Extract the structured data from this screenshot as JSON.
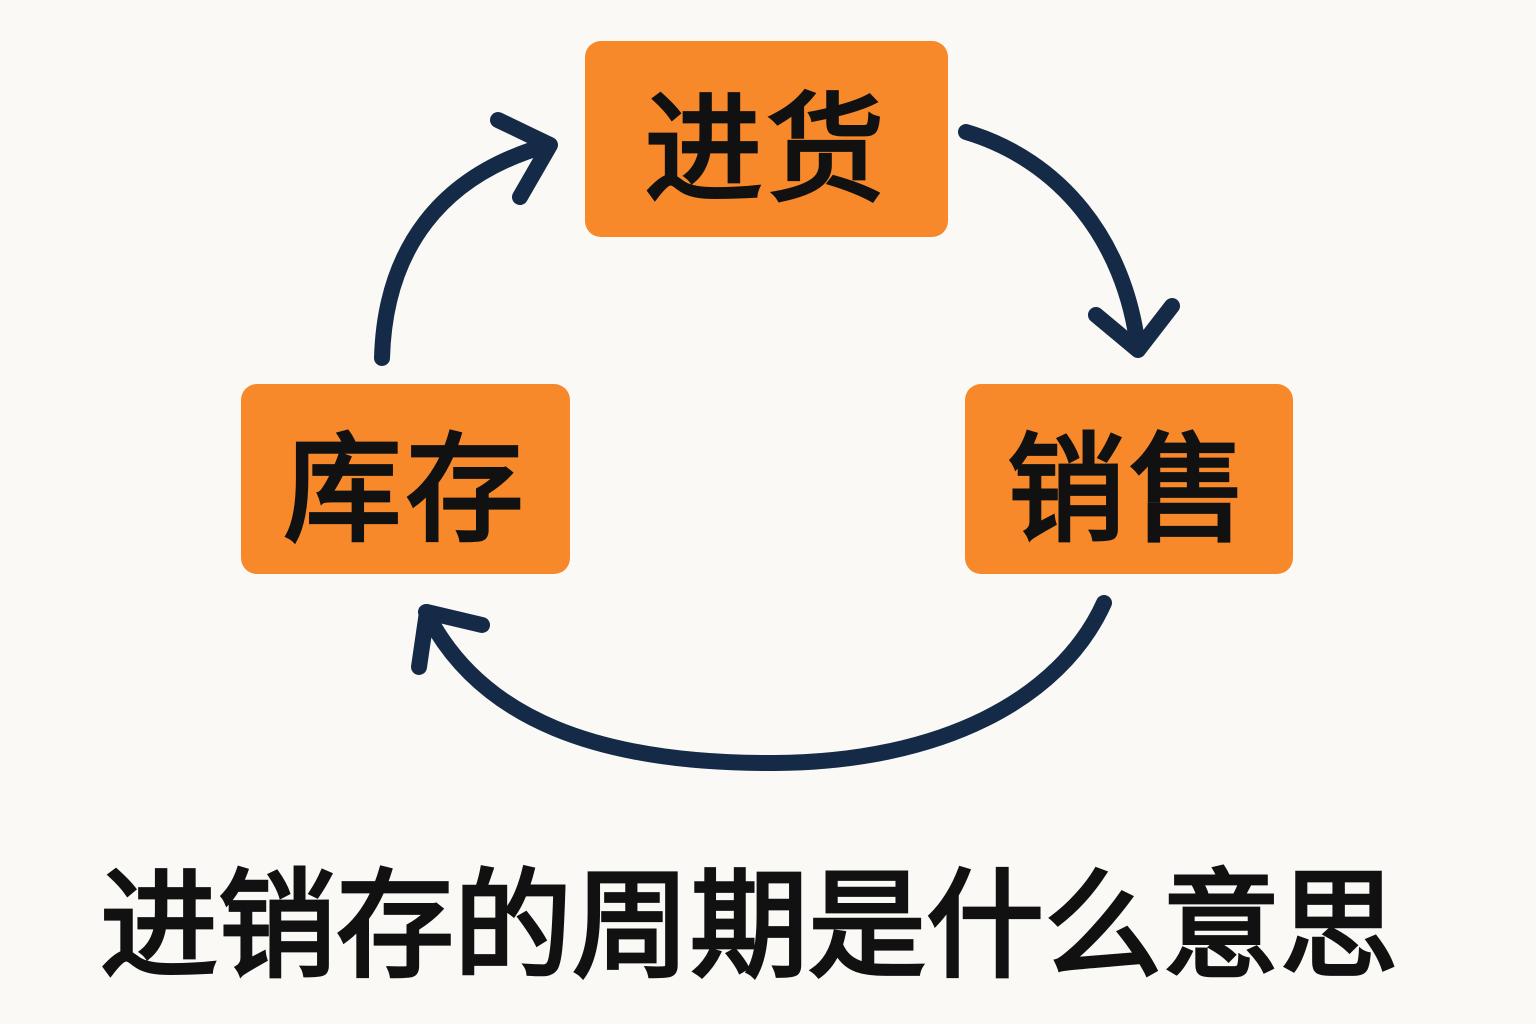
{
  "nodes": [
    {
      "label": "进货"
    },
    {
      "label": "销售"
    },
    {
      "label": "库存"
    }
  ],
  "title": "进销存的周期是什么意思",
  "colors": {
    "node": "#f7892b",
    "arrow": "#152a47",
    "background": "#faf9f5",
    "text": "#111111"
  }
}
